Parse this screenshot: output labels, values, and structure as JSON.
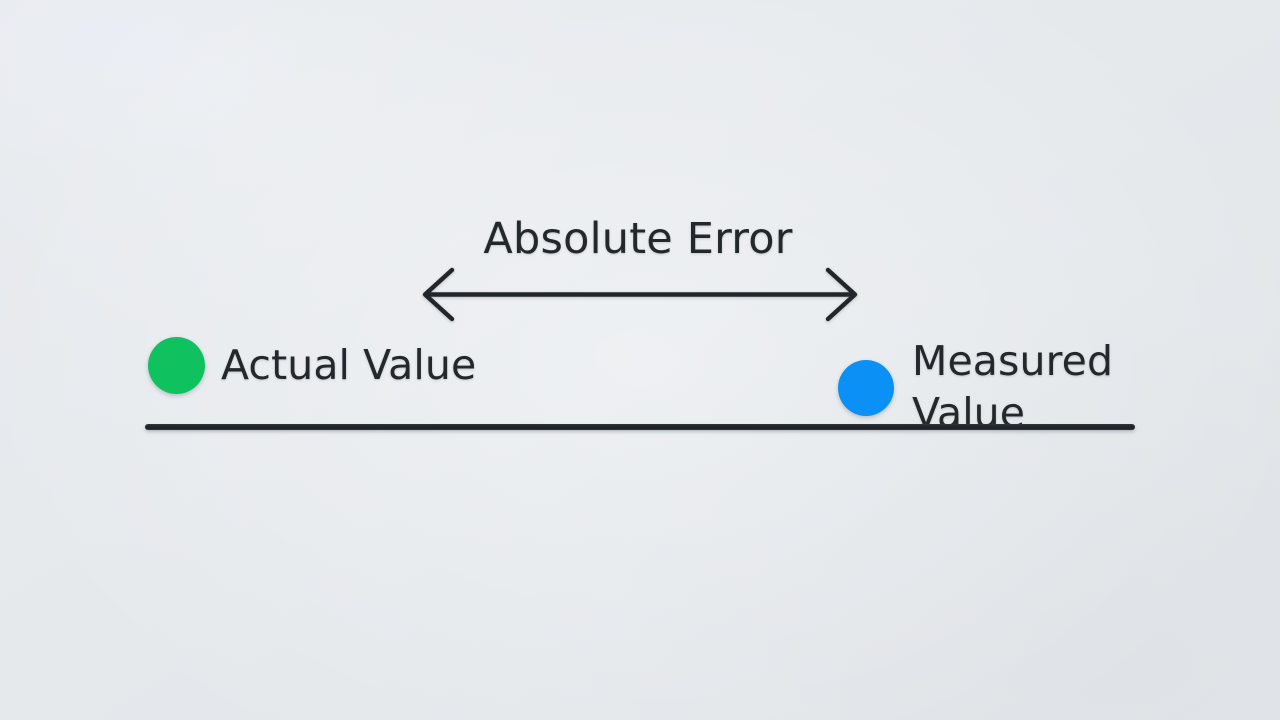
{
  "diagram": {
    "kind": "absolute-error-number-line",
    "background_color": "#e5e9ec",
    "ink_color": "#23282d",
    "title": "Absolute Error",
    "baseline": {
      "name": "number-line",
      "color": "#22262b"
    },
    "arrow": {
      "name": "double-headed-arrow",
      "label": "Absolute Error",
      "direction": "both",
      "color": "#22262b"
    },
    "points": [
      {
        "id": "actual",
        "label": "Actual Value",
        "label_lines": [
          "Actual Value"
        ],
        "dot_color": "#10c25f",
        "dot_name": "green-dot-icon"
      },
      {
        "id": "measured",
        "label": "Measured Value",
        "label_lines": [
          "Measured",
          "Value"
        ],
        "dot_color": "#0b90f5",
        "dot_name": "blue-dot-icon"
      }
    ]
  }
}
